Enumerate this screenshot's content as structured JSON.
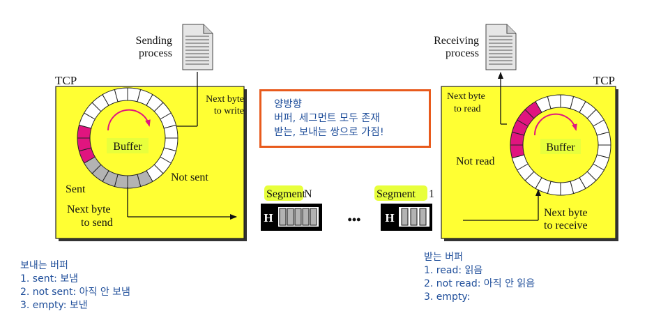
{
  "sender": {
    "process_label_line1": "Sending",
    "process_label_line2": "process",
    "tcp_label": "TCP",
    "next_write_line1": "Next byte",
    "next_write_line2": "to write",
    "buffer_label": "Buffer",
    "not_sent_label": "Not sent",
    "sent_label": "Sent",
    "next_send_line1": "Next byte",
    "next_send_line2": "to send"
  },
  "receiver": {
    "process_label_line1": "Receiving",
    "process_label_line2": "process",
    "tcp_label": "TCP",
    "next_read_line1": "Next byte",
    "next_read_line2": "to read",
    "buffer_label": "Buffer",
    "not_read_label": "Not read",
    "next_receive_line1": "Next byte",
    "next_receive_line2": "to receive"
  },
  "segments": {
    "segment_n_word": "Segment",
    "segment_n_index": "N",
    "segment_1_word": "Segment",
    "segment_1_index": "1",
    "header_letter": "H",
    "ellipsis": "•••"
  },
  "callout": {
    "line1": "양방향",
    "line2": "버퍼, 세그먼트 모두 존재",
    "line3": "받는, 보내는 쌍으로 가짐!"
  },
  "send_notes": {
    "title": "보내는 버퍼",
    "item1": "1. sent: 보냄",
    "item2": "2. not sent: 아직 안 보냄",
    "item3": "3. empty: 보낸"
  },
  "recv_notes": {
    "title": "받는 버퍼",
    "item1": "1. read: 읽음",
    "item2": "2. not read: 아직 안 읽음",
    "item3": "3. empty:"
  },
  "colors": {
    "panel": "#ffff33",
    "sent_or_unread": "#e0157f",
    "not_sent": "#b3b3b3",
    "arrow": "#e0157f",
    "callout_border": "#e85a1c",
    "note_text": "#1f4e9a",
    "label_highlight": "#e8ff3c"
  },
  "buffer_cells": {
    "sender": [
      "e",
      "e",
      "e",
      "e",
      "e",
      "e",
      "e",
      "e",
      "e",
      "e",
      "g",
      "g",
      "g",
      "g",
      "g",
      "g",
      "p",
      "p",
      "p",
      "e",
      "e",
      "e",
      "e",
      "e"
    ],
    "receiver": [
      "e",
      "e",
      "e",
      "e",
      "e",
      "e",
      "e",
      "e",
      "e",
      "e",
      "e",
      "e",
      "e",
      "e",
      "e",
      "e",
      "e",
      "p",
      "p",
      "p",
      "p",
      "p",
      "e",
      "e"
    ]
  },
  "icons": {
    "send_document": "document-icon",
    "recv_document": "document-icon"
  }
}
